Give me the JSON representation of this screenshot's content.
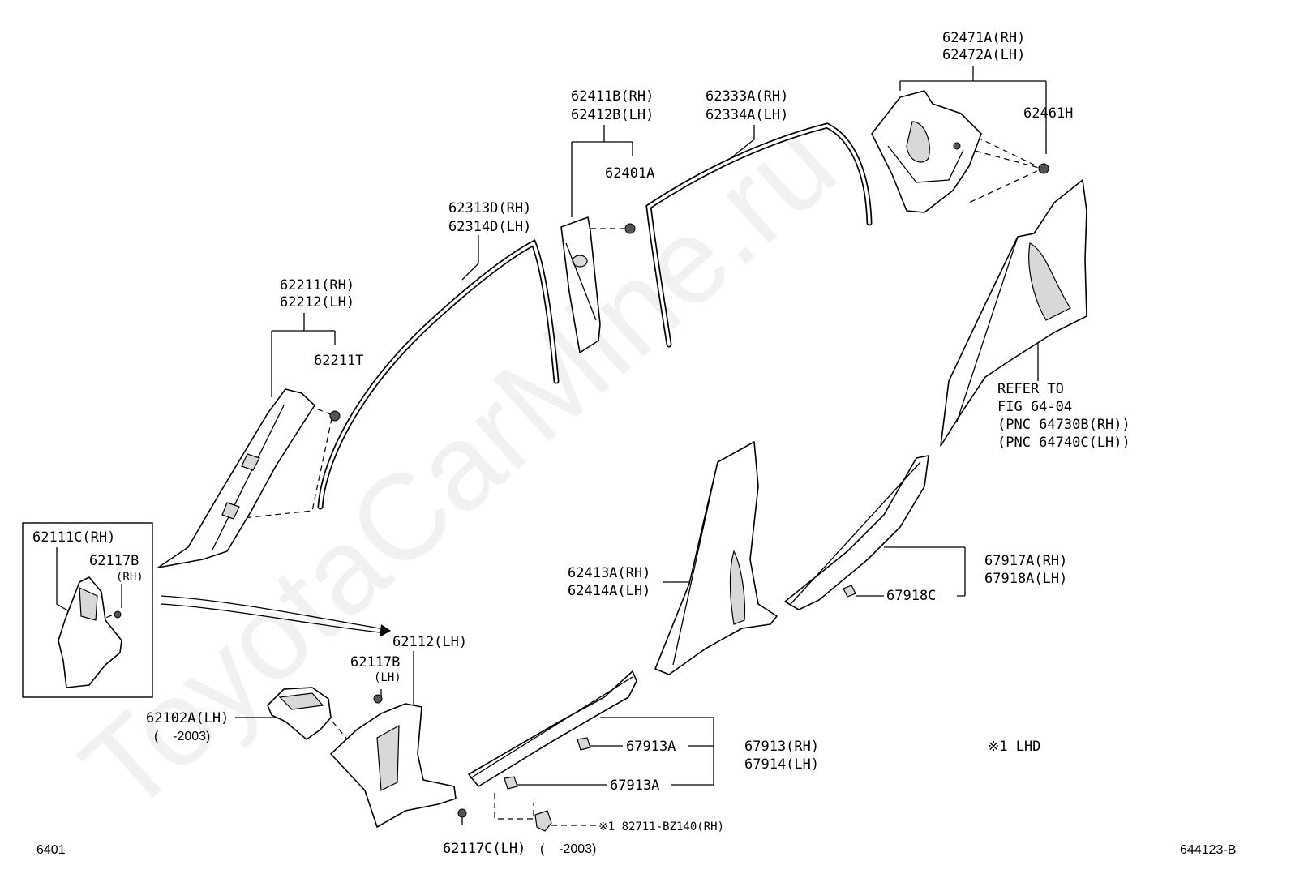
{
  "labels": {
    "p62471A": "62471A(RH)",
    "p62472A": "62472A(LH)",
    "p62461H": "62461H",
    "p62411B": "62411B(RH)",
    "p62412B": "62412B(LH)",
    "p62401A": "62401A",
    "p62333A": "62333A(RH)",
    "p62334A": "62334A(LH)",
    "p62313D": "62313D(RH)",
    "p62314D": "62314D(LH)",
    "p62211": "62211(RH)",
    "p62212": "62212(LH)",
    "p62211T": "62211T",
    "refer1": "REFER TO",
    "refer2": "FIG 64-04",
    "refer3": "(PNC 64730B(RH))",
    "refer4": "(PNC 64740C(LH))",
    "p62111C": "62111C(RH)",
    "p62117B_rh": "62117B",
    "rh_tag": "(RH)",
    "p62413A": "62413A(RH)",
    "p62414A": "62414A(LH)",
    "p67917A": "67917A(RH)",
    "p67918A": "67918A(LH)",
    "p67918C": "67918C",
    "p62112": "62112(LH)",
    "p62117B_lh": "62117B",
    "lh_tag": "(LH)",
    "p62102A": "62102A(LH)",
    "range_a": "(    -2003)",
    "p67913A_1": "67913A",
    "p67913A_2": "67913A",
    "p67913": "67913(RH)",
    "p67914": "67914(LH)",
    "note_lhd": "※1 LHD",
    "p82711": "※1 82711-BZ140(RH)",
    "p62117C": "62117C(LH)",
    "range_b": "(    -2003)",
    "fig_left": "6401",
    "fig_right": "644123-B"
  },
  "watermark": "ToyotaCarMine.ru"
}
